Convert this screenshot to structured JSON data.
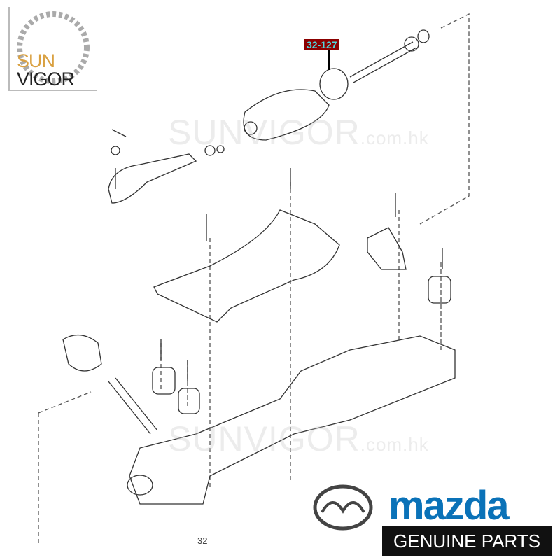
{
  "logo": {
    "line1": "SUN",
    "line2": "VIGOR"
  },
  "watermark": {
    "brand_sun": "SUN",
    "brand_vigor": "VIGOR",
    "domain": ".com.hk"
  },
  "callout": {
    "part_number": "32-127"
  },
  "page_number": "32",
  "brand": {
    "name": "mazda",
    "tagline": "GENUINE PARTS",
    "color": "#0a72b8"
  }
}
